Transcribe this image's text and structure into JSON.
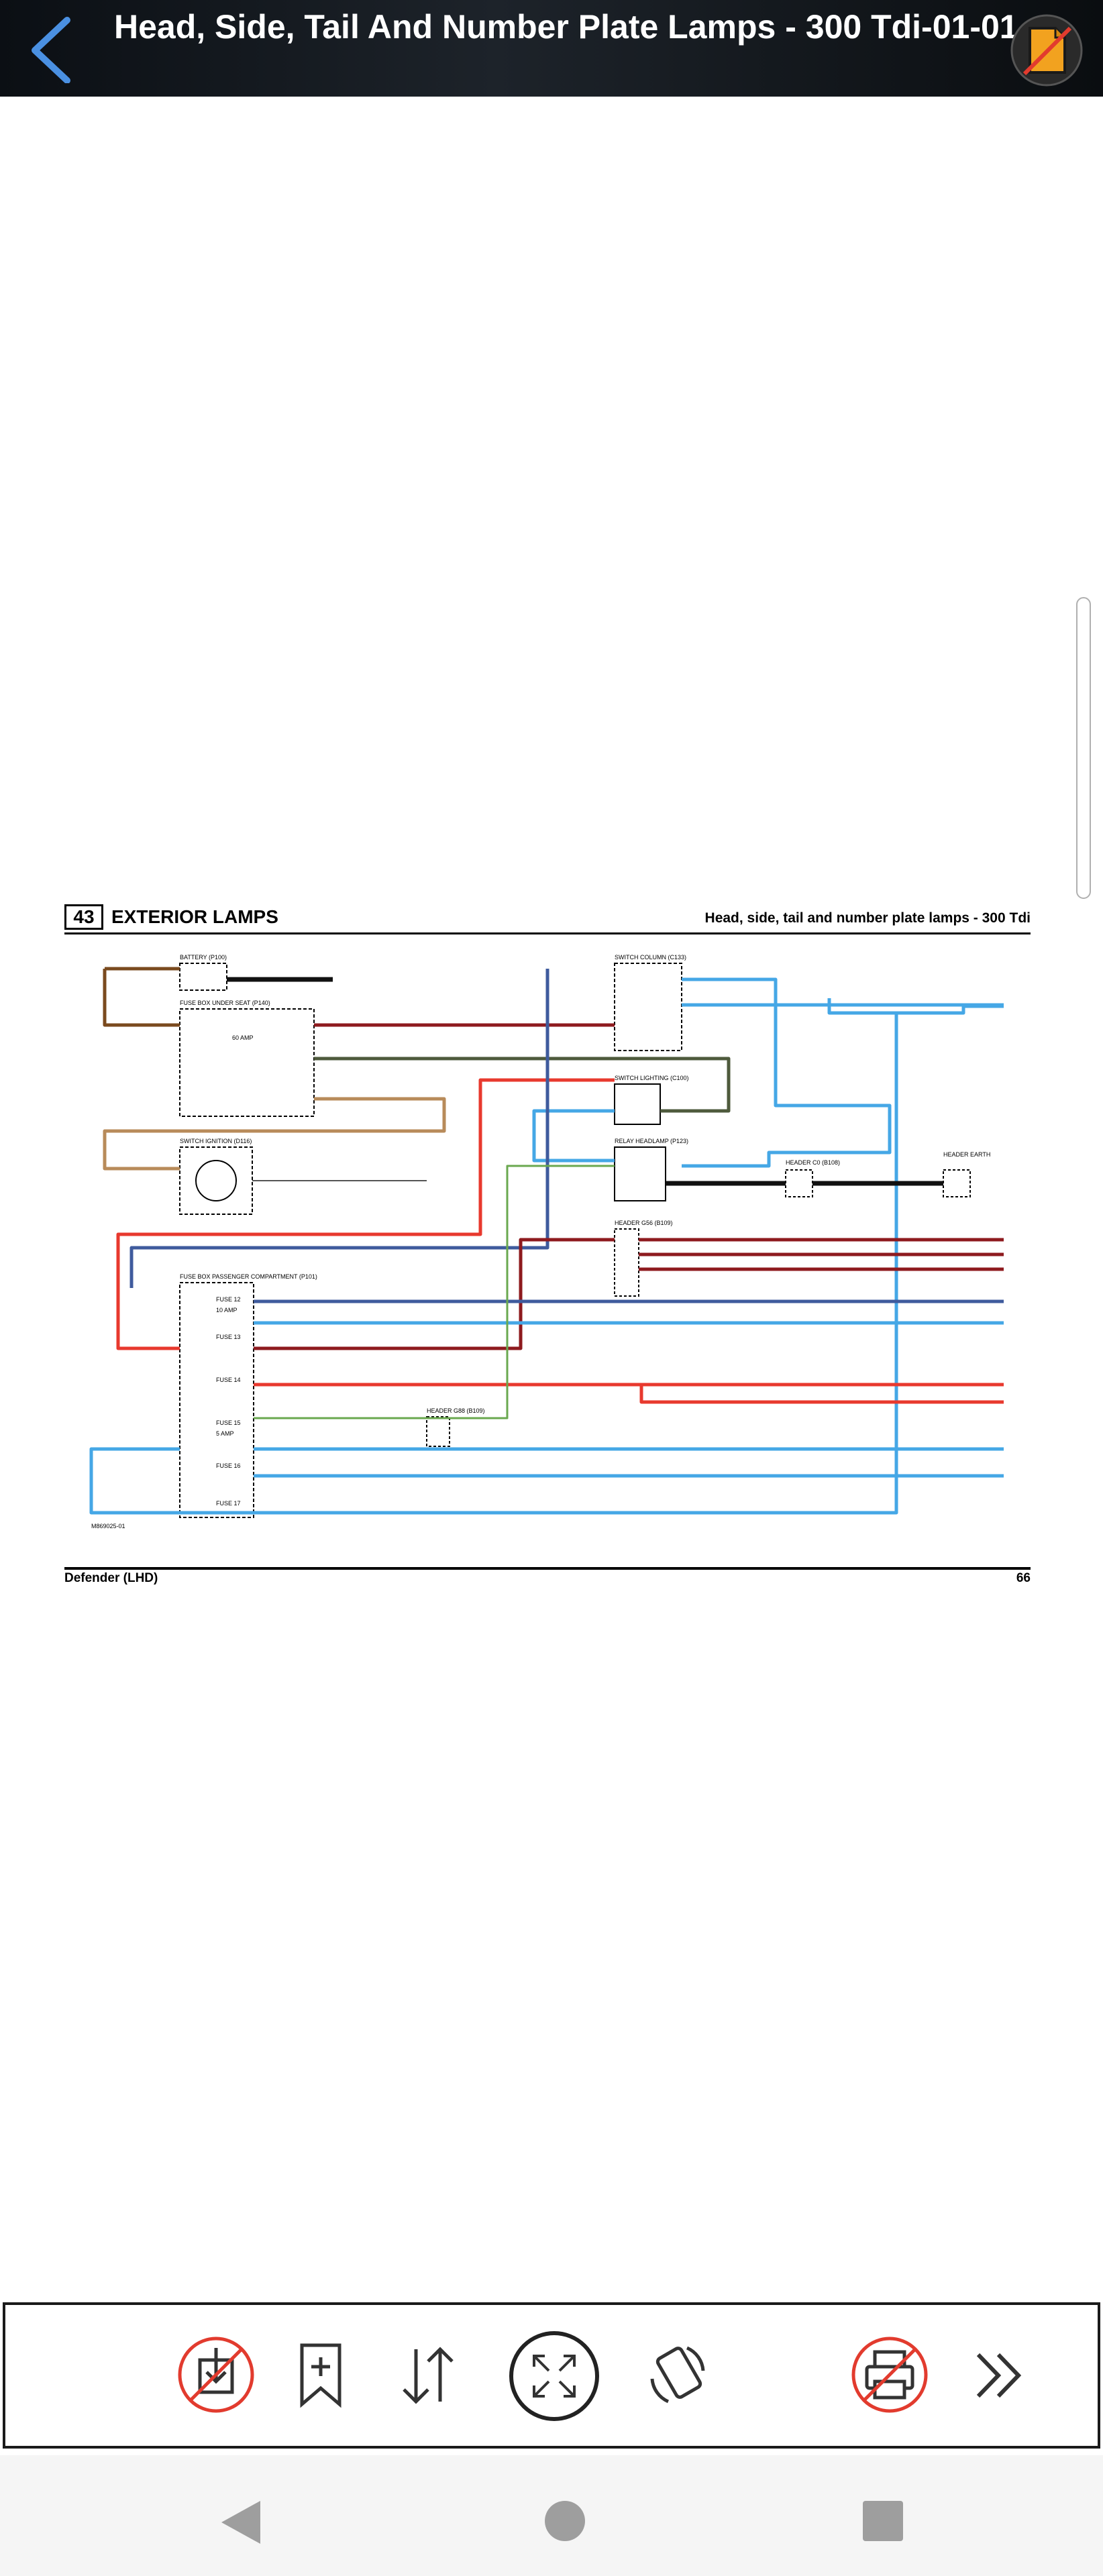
{
  "header": {
    "title": "Head, Side, Tail And Number Plate Lamps - 300 Tdi-01-01",
    "back_icon": "chevron-left-icon",
    "doc_icon": "document-disabled-icon"
  },
  "page": {
    "section_number": "43",
    "section_title": "EXTERIOR LAMPS",
    "section_subtitle": "Head, side, tail and number plate lamps - 300 Tdi",
    "footer_left": "Defender (LHD)",
    "footer_right": "66"
  },
  "diagram": {
    "labels": {
      "battery": "BATTERY (P100)",
      "fusebox_under_seat": "FUSE BOX UNDER SEAT (P140)",
      "switch_ignition": "SWITCH IGNITION (D116)",
      "switch_column": "SWITCH COLUMN (C133)",
      "switch_lighting": "SWITCH LIGHTING (C100)",
      "relay_headlamp": "RELAY HEADLAMP (P123)",
      "header_c0": "HEADER C0 (B108)",
      "header_earth": "HEADER EARTH",
      "header_g56": "HEADER G56 (B109)",
      "fusebox_passenger": "FUSE BOX PASSENGER COMPARTMENT (P101)",
      "header_g88": "HEADER G88 (B109)",
      "fuse_1": "FUSE 12",
      "fuse_2": "FUSE 13",
      "fuse_3": "FUSE 14",
      "fuse_4": "FUSE 15",
      "fuse_5": "FUSE 16",
      "fuse_6": "FUSE 17",
      "amp_10": "10 AMP",
      "amp_60": "60 AMP",
      "amp_5": "5 AMP",
      "doc_code": "M869025-01"
    },
    "colors": {
      "brown": "#7a4a1e",
      "red": "#e8392e",
      "dark_red": "#8e1a1e",
      "blue": "#45a7e6",
      "navy": "#3f5b9d",
      "olive": "#4e5a3c",
      "green": "#6aa84f",
      "black": "#111111",
      "tan": "#b88b5a"
    }
  },
  "toolbar": {
    "buttons": [
      {
        "name": "download-disabled-button",
        "icon": "download-disabled-icon"
      },
      {
        "name": "add-bookmark-button",
        "icon": "bookmark-add-icon"
      },
      {
        "name": "sort-button",
        "icon": "sort-arrows-icon"
      },
      {
        "name": "fullscreen-button",
        "icon": "expand-arrows-icon"
      },
      {
        "name": "rotate-button",
        "icon": "rotate-icon"
      },
      {
        "name": "print-disabled-button",
        "icon": "print-disabled-icon"
      },
      {
        "name": "more-button",
        "icon": "double-chevron-right-icon"
      }
    ]
  },
  "navbar": {
    "back": "triangle-back-icon",
    "home": "circle-home-icon",
    "recents": "square-recents-icon"
  }
}
